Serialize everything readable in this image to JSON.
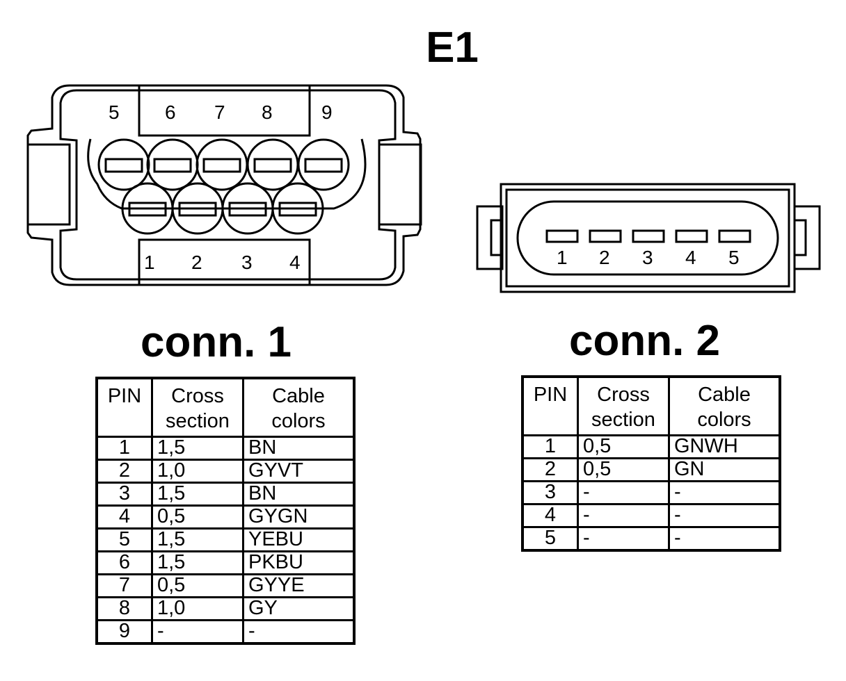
{
  "title": "E1",
  "connector1": {
    "label": "conn. 1",
    "pin_numbers": [
      "5",
      "6",
      "7",
      "8",
      "9",
      "1",
      "2",
      "3",
      "4"
    ],
    "table": {
      "headers": {
        "pin": "PIN",
        "cross_section": [
          "Cross",
          "section"
        ],
        "cable_colors": [
          "Cable",
          "colors"
        ]
      },
      "rows": [
        {
          "pin": "1",
          "section": "1,5",
          "color": "BN"
        },
        {
          "pin": "2",
          "section": "1,0",
          "color": "GYVT"
        },
        {
          "pin": "3",
          "section": "1,5",
          "color": "BN"
        },
        {
          "pin": "4",
          "section": "0,5",
          "color": "GYGN"
        },
        {
          "pin": "5",
          "section": "1,5",
          "color": "YEBU"
        },
        {
          "pin": "6",
          "section": "1,5",
          "color": "PKBU"
        },
        {
          "pin": "7",
          "section": "0,5",
          "color": "GYYE"
        },
        {
          "pin": "8",
          "section": "1,0",
          "color": "GY"
        },
        {
          "pin": "9",
          "section": "-",
          "color": "-"
        }
      ]
    }
  },
  "connector2": {
    "label": "conn. 2",
    "pin_numbers": [
      "1",
      "2",
      "3",
      "4",
      "5"
    ],
    "table": {
      "headers": {
        "pin": "PIN",
        "cross_section": [
          "Cross",
          "section"
        ],
        "cable_colors": [
          "Cable",
          "colors"
        ]
      },
      "rows": [
        {
          "pin": "1",
          "section": "0,5",
          "color": "GNWH"
        },
        {
          "pin": "2",
          "section": "0,5",
          "color": "GN"
        },
        {
          "pin": "3",
          "section": "-",
          "color": "-"
        },
        {
          "pin": "4",
          "section": "-",
          "color": "-"
        },
        {
          "pin": "5",
          "section": "-",
          "color": "-"
        }
      ]
    }
  }
}
